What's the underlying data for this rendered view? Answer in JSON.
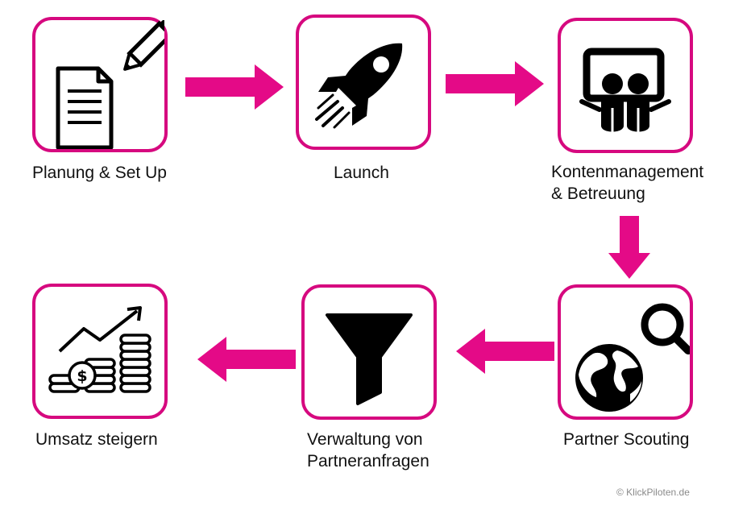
{
  "accent_color": "#d6097f",
  "steps": [
    {
      "label_lines": [
        "Planung & Set Up"
      ],
      "icon": "document-pencil-icon"
    },
    {
      "label_lines": [
        "Launch"
      ],
      "icon": "rocket-icon"
    },
    {
      "label_lines": [
        "Kontenmanagement",
        "& Betreuung"
      ],
      "icon": "presentation-people-icon"
    },
    {
      "label_lines": [
        "Partner Scouting"
      ],
      "icon": "globe-search-icon"
    },
    {
      "label_lines": [
        "Verwaltung von",
        "Partneranfragen"
      ],
      "icon": "funnel-icon"
    },
    {
      "label_lines": [
        "Umsatz steigern"
      ],
      "icon": "revenue-growth-icon"
    }
  ],
  "copyright": "© KlickPiloten.de"
}
